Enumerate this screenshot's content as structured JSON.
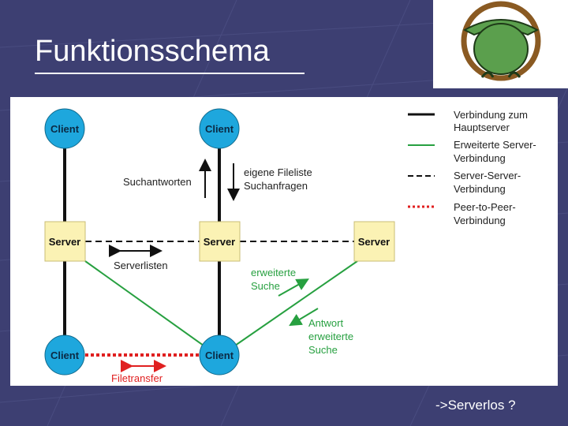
{
  "slide": {
    "title": "Funktionsschema",
    "footnote": "->Serverlos ?"
  },
  "diagram": {
    "nodes": {
      "client_top_left": "Client",
      "client_top_mid": "Client",
      "server_left": "Server",
      "server_mid": "Server",
      "server_right": "Server",
      "client_bottom_left": "Client",
      "client_bottom_mid": "Client"
    },
    "labels": {
      "suchantworten": "Suchantworten",
      "fileliste_line1": "eigene Fileliste",
      "fileliste_line2": "Suchanfragen",
      "serverlisten": "Serverlisten",
      "erweiterte_suche_line1": "erweiterte",
      "erweiterte_suche_line2": "Suche",
      "antwort_line1": "Antwort",
      "antwort_line2": "erweiterte",
      "antwort_line3": "Suche",
      "filetransfer": "Filetransfer"
    },
    "legend": [
      {
        "style": "solid-black",
        "line1": "Verbindung zum",
        "line2": "Hauptserver"
      },
      {
        "style": "solid-green",
        "line1": "Erweiterte Server-",
        "line2": "Verbindung"
      },
      {
        "style": "dashed-black",
        "line1": "Server-Server-",
        "line2": "Verbindung"
      },
      {
        "style": "dotted-red",
        "line1": "Peer-to-Peer-",
        "line2": "Verbindung"
      }
    ]
  },
  "colors": {
    "background": "#3d3f72",
    "client_blue": "#1ea7dd",
    "server_fill": "#fbf2b4",
    "green_link": "#27a040",
    "red_link": "#e02020",
    "logo_green": "#5b9f4d",
    "logo_brown": "#8a5a22"
  }
}
